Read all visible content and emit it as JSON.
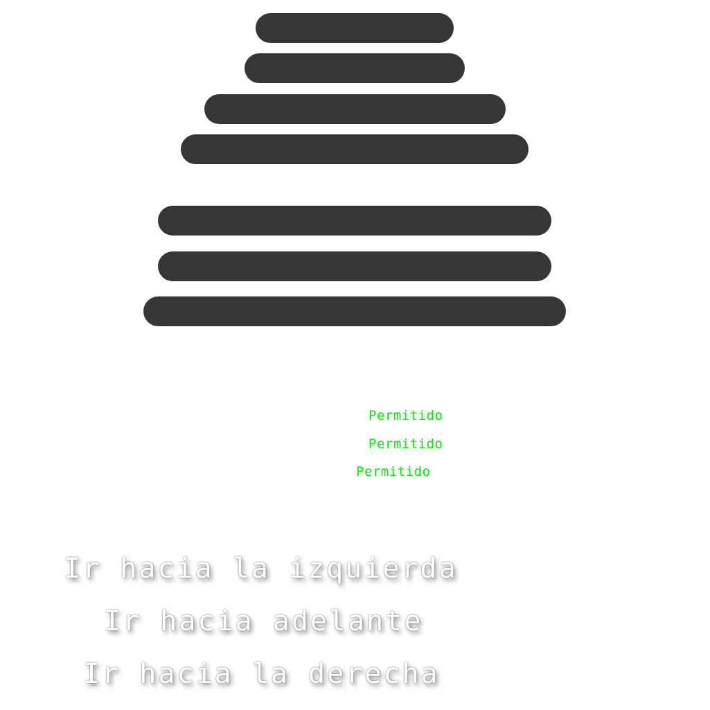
{
  "colors": {
    "background": "#ffffff",
    "bar": "#363636",
    "status_text": "#00ee00",
    "action_text": "#ffffff"
  },
  "bars_count": 7,
  "status": {
    "items": [
      "Permitido",
      "Permitido",
      "Permitido"
    ]
  },
  "actions": {
    "left": "Ir hacia la izquierda",
    "forward": "Ir hacia adelante",
    "right": "Ir hacia la derecha"
  }
}
